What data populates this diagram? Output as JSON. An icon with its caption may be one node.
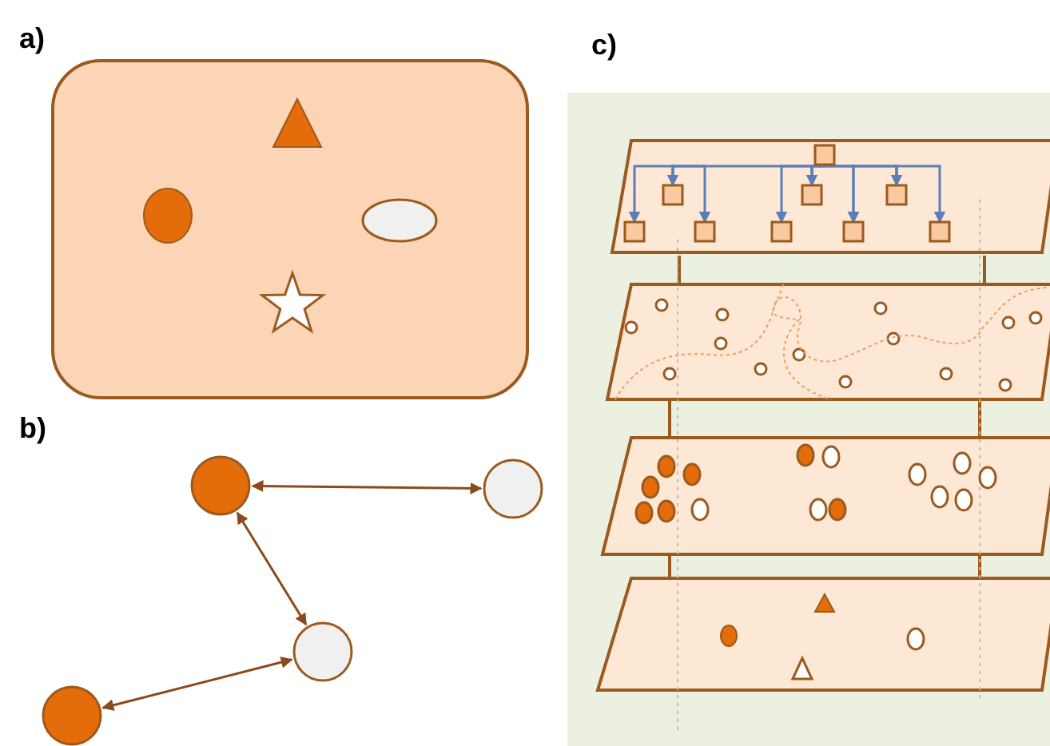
{
  "diagram": {
    "nodes": [
      {
        "text": [],
        "shape": "circle"
      },
      {
        "text": [],
        "shape": "circle"
      },
      {
        "text": [],
        "shape": "circle"
      },
      {
        "text": [],
        "shape": "circle"
      },
      {
        "text": [],
        "shape": "box"
      },
      {
        "text": [],
        "shape": "box"
      },
      {
        "text": [],
        "shape": "box"
      },
      {
        "text": [],
        "shape": "box"
      },
      {
        "text": [],
        "shape": "box"
      },
      {
        "text": [],
        "shape": "box"
      },
      {
        "text": [],
        "shape": "box"
      },
      {
        "text": [],
        "shape": "box"
      },
      {
        "text": [],
        "shape": "box"
      }
    ],
    "edges": [
      {
        "from": 0,
        "to": 1,
        "arrow": "both",
        "color": "#8b4a1c"
      },
      {
        "from": 0,
        "to": 2,
        "arrow": "both",
        "color": "#8b4a1c"
      },
      {
        "from": 3,
        "to": 2,
        "arrow": "both",
        "color": "#8b4a1c"
      },
      {
        "from": 4,
        "to": 5,
        "arrow": "to"
      },
      {
        "from": 4,
        "to": 6,
        "arrow": "to"
      },
      {
        "from": 4,
        "to": 7,
        "arrow": "to"
      },
      {
        "from": 5,
        "to": 8,
        "arrow": "to"
      },
      {
        "from": 5,
        "to": 9,
        "arrow": "to"
      },
      {
        "from": 6,
        "to": 10,
        "arrow": "to"
      },
      {
        "from": 6,
        "to": 11,
        "arrow": "to"
      },
      {
        "from": 7,
        "to": 11,
        "arrow": "to"
      },
      {
        "from": 7,
        "to": 12,
        "arrow": "to"
      }
    ],
    "labels": [
      "a)",
      "c)",
      "b)"
    ]
  }
}
